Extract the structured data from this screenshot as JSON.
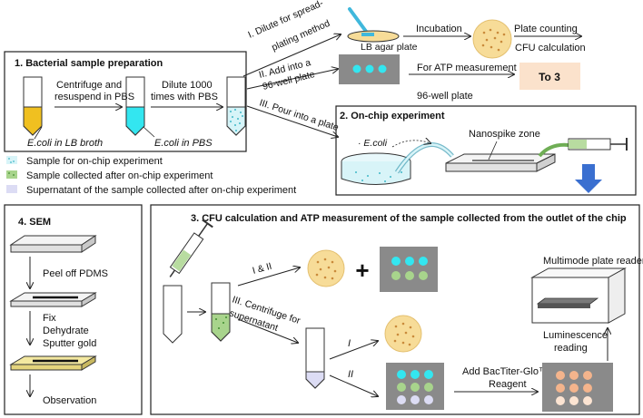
{
  "panel1": {
    "title": "1. Bacterial sample preparation",
    "step_centrifuge_1": "Centrifuge and",
    "step_centrifuge_2": "resuspend in PBS",
    "step_dilute_1": "Dilute 1000",
    "step_dilute_2": "times with PBS",
    "tube1_label": "E.coli in LB broth",
    "tube2_label": "E.coli in PBS"
  },
  "routes": {
    "route1_line1": "I. Dilute for spread-",
    "route1_line2": "plating method",
    "route2_line1": "II. Add into a",
    "route2_line2": "96-well plate",
    "route3": "III. Pour into a plate",
    "lb_plate": "LB agar plate",
    "incubation": "Incubation",
    "plate_counting": "Plate counting",
    "cfu_calc": "CFU calculation",
    "atp_measure": "For ATP measurement",
    "well_plate": "96-well plate",
    "to3": "To 3"
  },
  "panel2": {
    "title": "2. On-chip experiment",
    "ecoli": "E.coli",
    "nanospike": "Nanospike zone"
  },
  "legend": {
    "item1": "Sample for on-chip experiment",
    "item2": "Sample collected after on-chip experiment",
    "item3": "Supernatant of the sample collected after on-chip experiment"
  },
  "panel4": {
    "title": "4. SEM",
    "peel": "Peel off PDMS",
    "fix": "Fix",
    "dehydrate": "Dehydrate",
    "sputter": "Sputter gold",
    "observation": "Observation"
  },
  "panel3": {
    "title": "3. CFU calculation and ATP measurement of the sample collected from the outlet of the chip",
    "route12": "I & II",
    "plus": "+",
    "route3_line1": "III. Centrifuge for",
    "route3_line2": "supernatant",
    "roman1": "I",
    "roman2": "II",
    "reagent_line1": "Add BacTiter-Glo™",
    "reagent_line2": "Reagent",
    "reader": "Multimode plate reader",
    "lum_line1": "Luminescence",
    "lum_line2": "reading"
  },
  "colors": {
    "yellow_broth": "#f0c020",
    "cyan_sample": "#33e6f0",
    "green_sample": "#a8d48c",
    "lavender": "#dcdcf4",
    "agar": "#f7dc98",
    "gray_plate": "#8a8a8a",
    "peach_to3": "#fbe2cc",
    "orange_well": "#f4b48c",
    "blue_arrow": "#3a6fd0"
  }
}
